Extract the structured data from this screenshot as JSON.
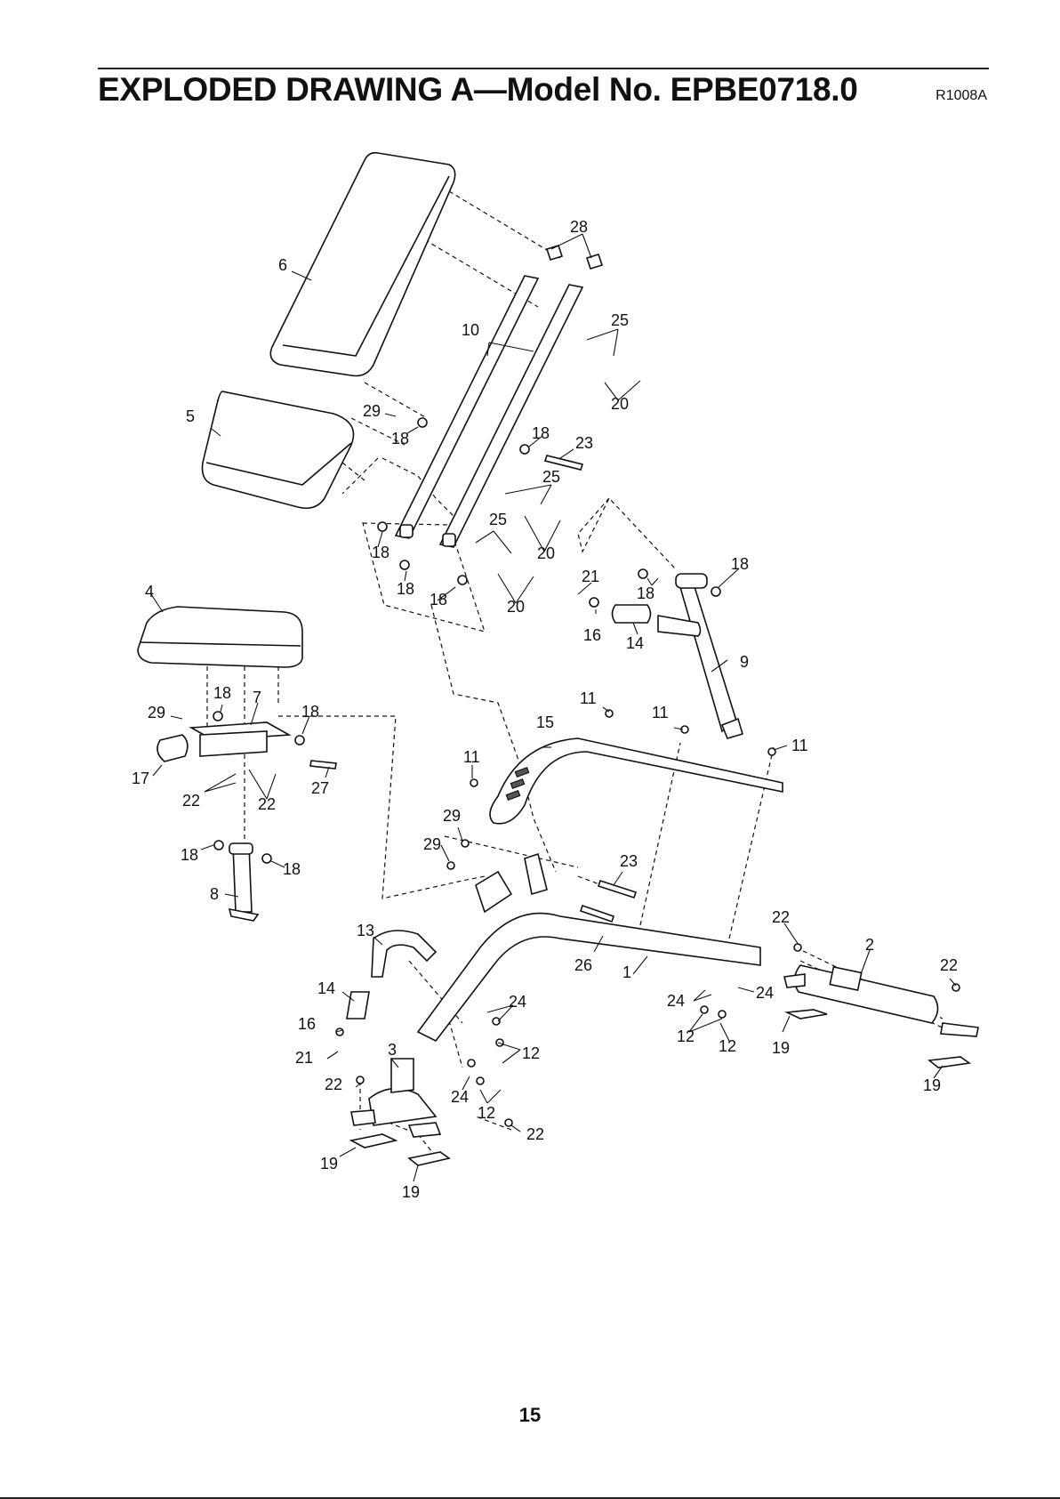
{
  "header": {
    "title": "EXPLODED DRAWING A—Model No. EPBE0718.0",
    "code": "R1008A"
  },
  "footer": {
    "page_number": "15"
  },
  "callouts": [
    "28",
    "6",
    "25",
    "10",
    "20",
    "5",
    "29",
    "18",
    "18",
    "23",
    "25",
    "25",
    "20",
    "18",
    "18",
    "18",
    "20",
    "21",
    "18",
    "18",
    "16",
    "14",
    "9",
    "4",
    "18",
    "7",
    "29",
    "18",
    "17",
    "27",
    "22",
    "22",
    "15",
    "11",
    "11",
    "11",
    "11",
    "29",
    "29",
    "23",
    "18",
    "18",
    "8",
    "22",
    "13",
    "2",
    "22",
    "26",
    "1",
    "14",
    "24",
    "24",
    "24",
    "16",
    "12",
    "12",
    "19",
    "12",
    "21",
    "22",
    "3",
    "24",
    "12",
    "22",
    "19",
    "19",
    "19"
  ]
}
